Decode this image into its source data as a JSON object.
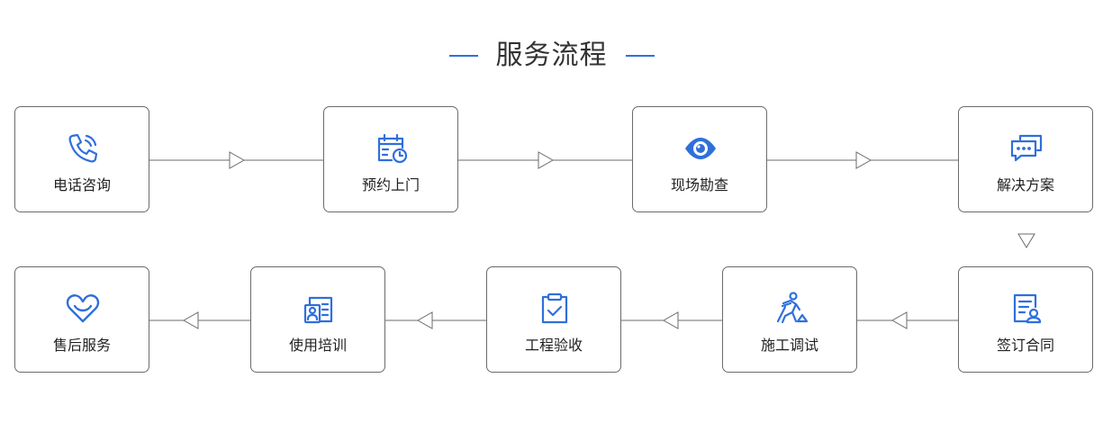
{
  "title": "服务流程",
  "accent_color": "#2f6fdc",
  "steps": [
    {
      "label": "电话咨询",
      "icon": "phone-icon"
    },
    {
      "label": "预约上门",
      "icon": "calendar-clock-icon"
    },
    {
      "label": "现场勘查",
      "icon": "eye-icon"
    },
    {
      "label": "解决方案",
      "icon": "chat-bubbles-icon"
    },
    {
      "label": "签订合同",
      "icon": "contract-icon"
    },
    {
      "label": "施工调试",
      "icon": "worker-shovel-icon"
    },
    {
      "label": "工程验收",
      "icon": "clipboard-check-icon"
    },
    {
      "label": "使用培训",
      "icon": "id-card-icon"
    },
    {
      "label": "售后服务",
      "icon": "heart-icon"
    }
  ]
}
